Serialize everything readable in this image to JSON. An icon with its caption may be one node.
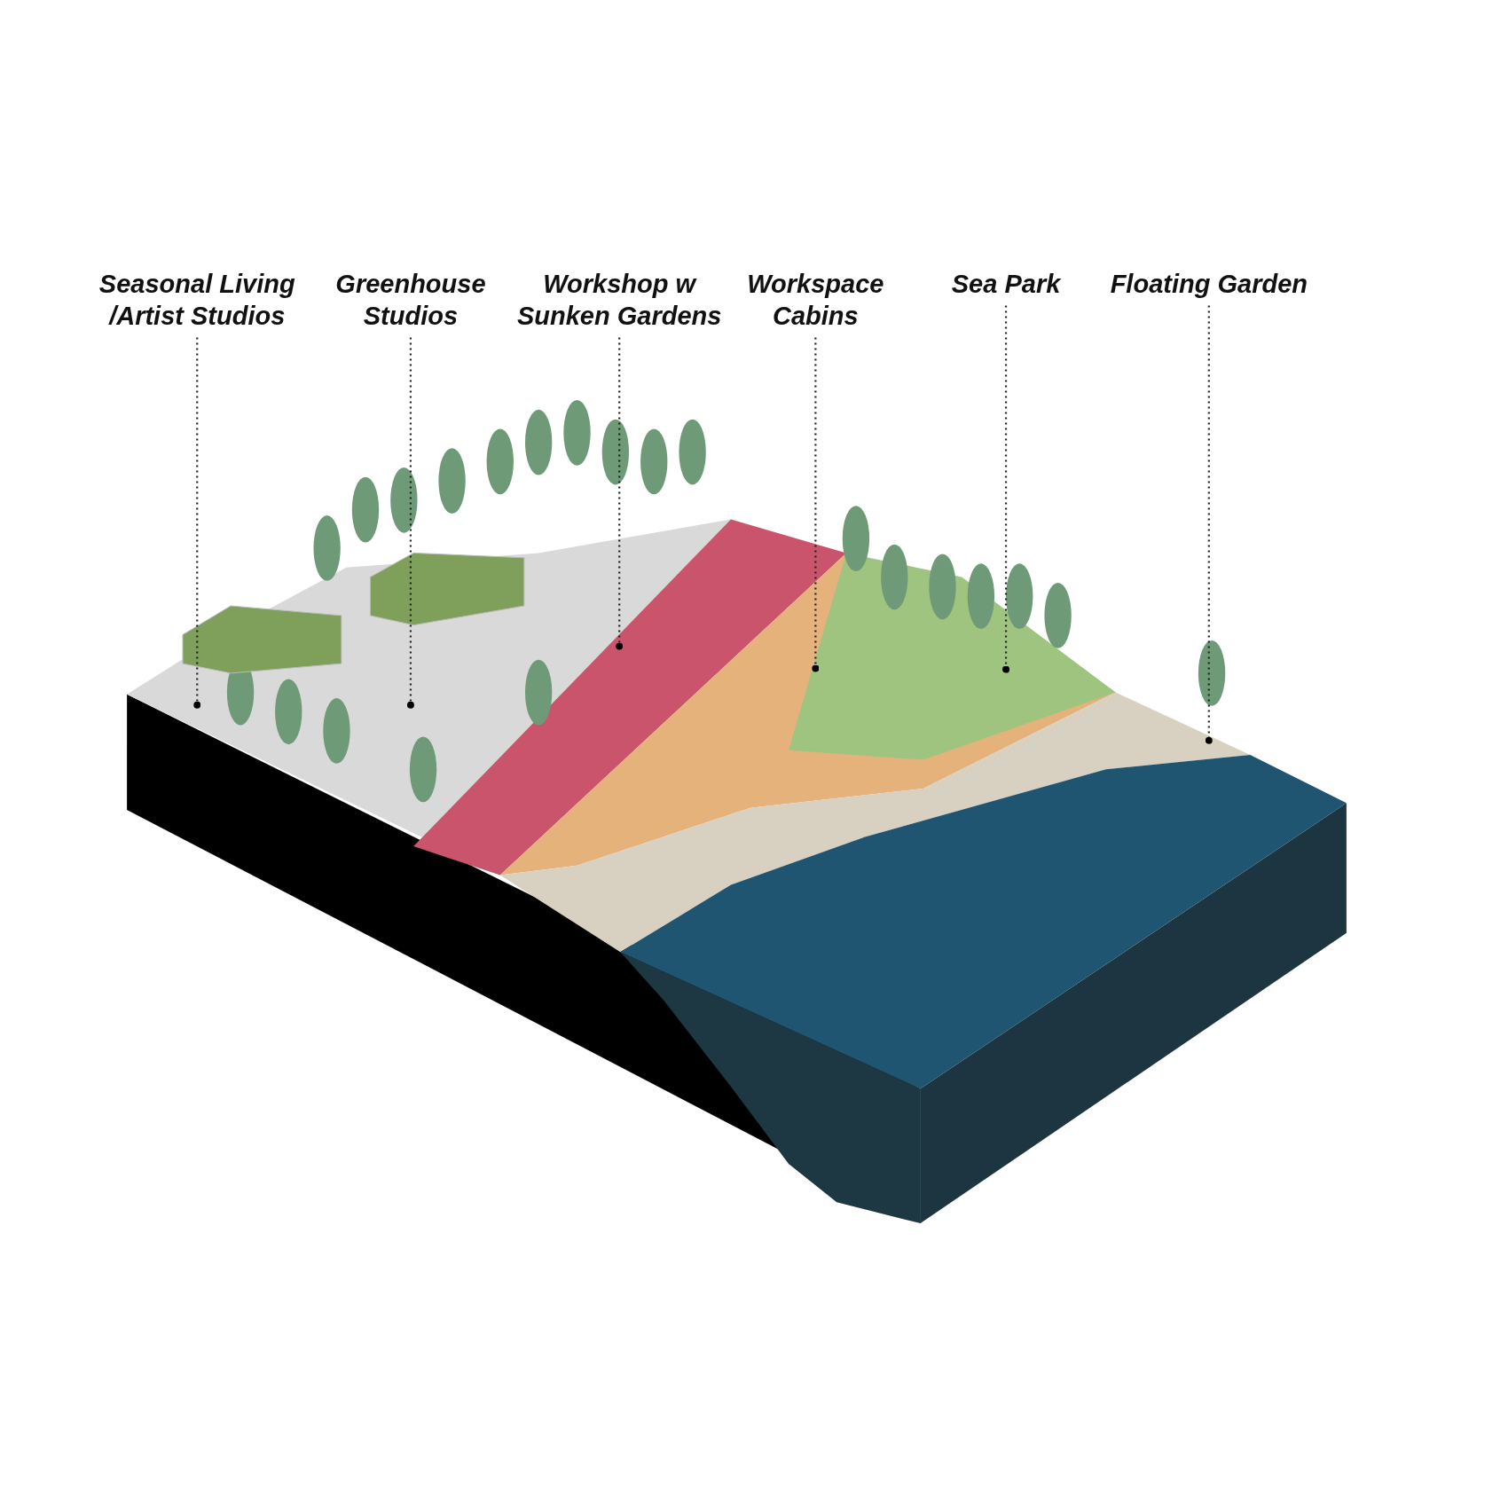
{
  "diagram": {
    "nodes": [
      {
        "text": [
          "Seasonal Living /Artist Studios"
        ]
      },
      {
        "text": [
          "Greenhouse Studios"
        ]
      },
      {
        "text": [
          "Workshop w Sunken Gardens"
        ]
      },
      {
        "text": [
          "Workspace Cabins"
        ]
      },
      {
        "text": [
          "Sea Park"
        ]
      },
      {
        "text": [
          "Floating Garden"
        ]
      }
    ],
    "edges": [
      {
        "from": 0,
        "to": null,
        "arrow": "other"
      },
      {
        "from": 1,
        "to": null,
        "arrow": "other"
      },
      {
        "from": 2,
        "to": null,
        "arrow": "other"
      },
      {
        "from": 3,
        "to": null,
        "arrow": "other"
      },
      {
        "from": 4,
        "to": null,
        "arrow": "other"
      },
      {
        "from": 5,
        "to": null,
        "arrow": "other"
      }
    ]
  }
}
